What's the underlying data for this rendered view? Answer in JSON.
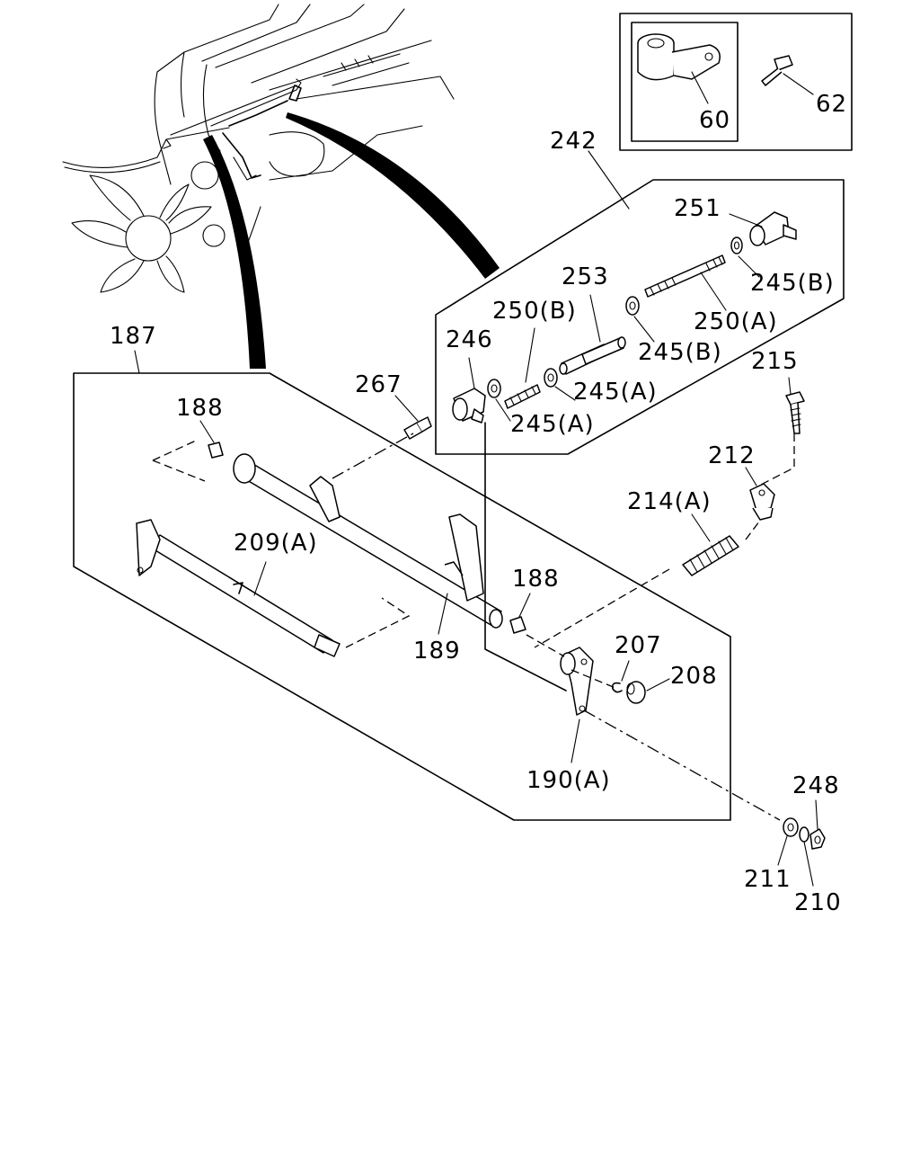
{
  "diagram": {
    "labels": {
      "p60": "60",
      "p62": "62",
      "p242": "242",
      "p251": "251",
      "p245b_top": "245(B)",
      "p253": "253",
      "p250b": "250(B)",
      "p250a": "250(A)",
      "p246": "246",
      "p245b_mid": "245(B)",
      "p245a_1": "245(A)",
      "p245a_2": "245(A)",
      "p215": "215",
      "p187": "187",
      "p267": "267",
      "p188_left": "188",
      "p212": "212",
      "p214a": "214(A)",
      "p209a": "209(A)",
      "p188_right": "188",
      "p189": "189",
      "p207": "207",
      "p208": "208",
      "p190a": "190(A)",
      "p248": "248",
      "p211": "211",
      "p210": "210"
    }
  }
}
